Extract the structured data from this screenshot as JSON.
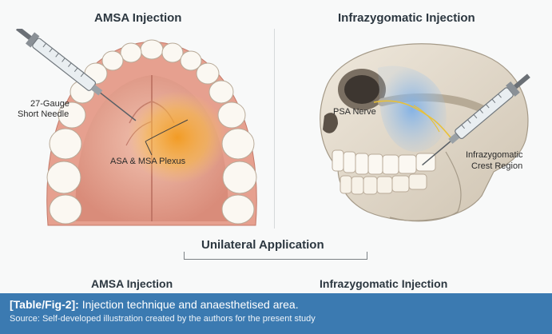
{
  "panels": {
    "left": {
      "title": "AMSA Injection",
      "needle_label_line1": "27-Gauge",
      "needle_label_line2": "Short Needle",
      "plexus_label": "ASA & MSA Plexus"
    },
    "right": {
      "title": "Infrazygomatic Injection",
      "nerve_label": "PSA Nerve",
      "crest_label_line1": "Infrazygomatic",
      "crest_label_line2": "Crest Region"
    }
  },
  "center_title": "Unilateral Application",
  "bottom": {
    "left_title": "AMSA Injection",
    "right_title": "Infrazygomatic Injection"
  },
  "caption": {
    "ref": "[Table/Fig-2]:",
    "text": " Injection technique and anaesthetised area.",
    "source": "Source: Self-developed illustration created by the authors for the present study"
  },
  "colors": {
    "caption_bg": "#3b7ab1",
    "anaesthetised_left": "#f2a63a",
    "anaesthetised_right": "#8fb7e4"
  },
  "icons": [
    "syringe-icon",
    "palate-illustration",
    "skull-illustration"
  ]
}
